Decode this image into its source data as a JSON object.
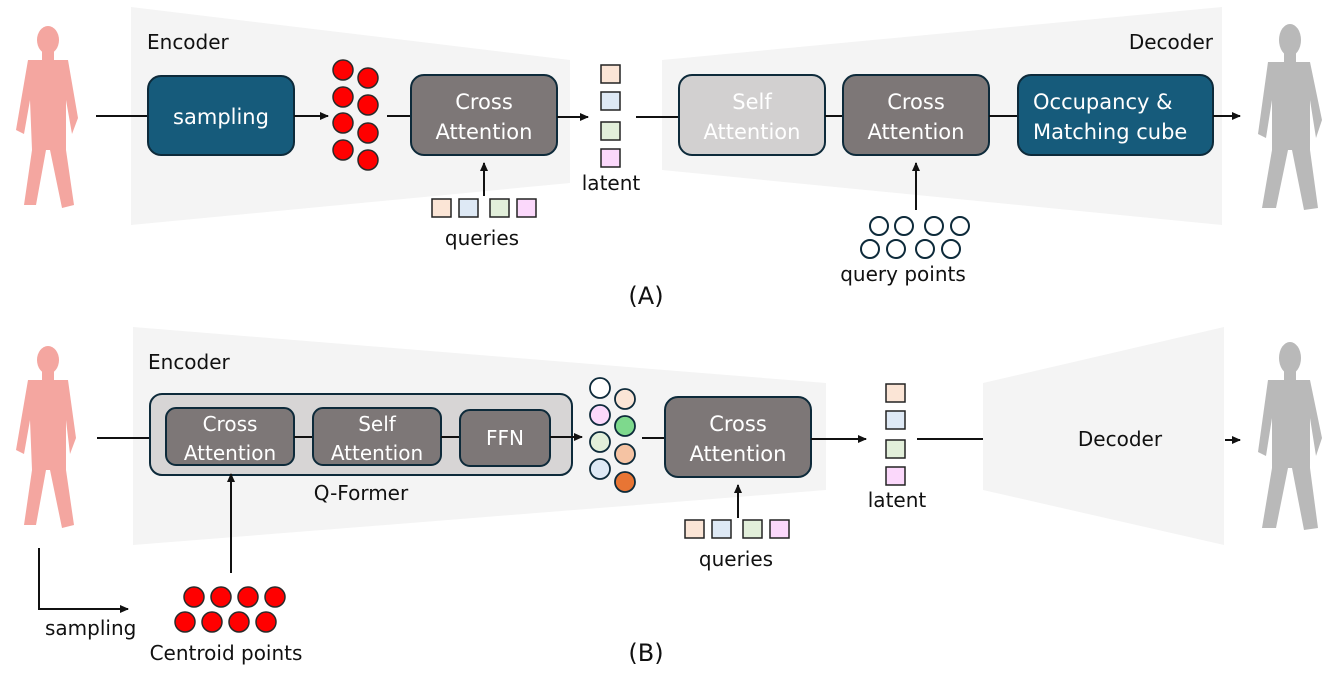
{
  "colors": {
    "blue_block": "#165b7b",
    "gray_block": "#7d7777",
    "light_block": "#d2d0d0",
    "panel_bg": "#f4f4f4",
    "red_points": "#ff0000",
    "query_colors": [
      "#fbe5d6",
      "#dee9f5",
      "#e2efda",
      "#fbd8fb"
    ],
    "token_colors": [
      "#ffffff",
      "#fbe5d6",
      "#fbd8fb",
      "#7ed98d",
      "#e2efda",
      "#f5c3a3",
      "#dee9f5",
      "#e87534"
    ]
  },
  "diagram_a": {
    "caption": "(A)",
    "encoder_label": "Encoder",
    "decoder_label": "Decoder",
    "sampling_block": "sampling",
    "enc_cross_attention": [
      "Cross",
      "Attention"
    ],
    "queries_label": "queries",
    "latent_label": "latent",
    "self_attention": [
      "Self",
      "Attention"
    ],
    "dec_cross_attention": [
      "Cross",
      "Attention"
    ],
    "occupancy_block": [
      "Occupancy &",
      "Matching cube"
    ],
    "query_points_label": "query points"
  },
  "diagram_b": {
    "caption": "(B)",
    "encoder_label": "Encoder",
    "decoder_label": "Decoder",
    "qformer_label": "Q-Former",
    "qf_cross_attention": [
      "Cross",
      "Attention"
    ],
    "qf_self_attention": [
      "Self",
      "Attention"
    ],
    "ffn_block": "FFN",
    "cross_attention": [
      "Cross",
      "Attention"
    ],
    "queries_label": "queries",
    "latent_label": "latent",
    "sampling_label": "sampling",
    "centroid_label": "Centroid points"
  }
}
